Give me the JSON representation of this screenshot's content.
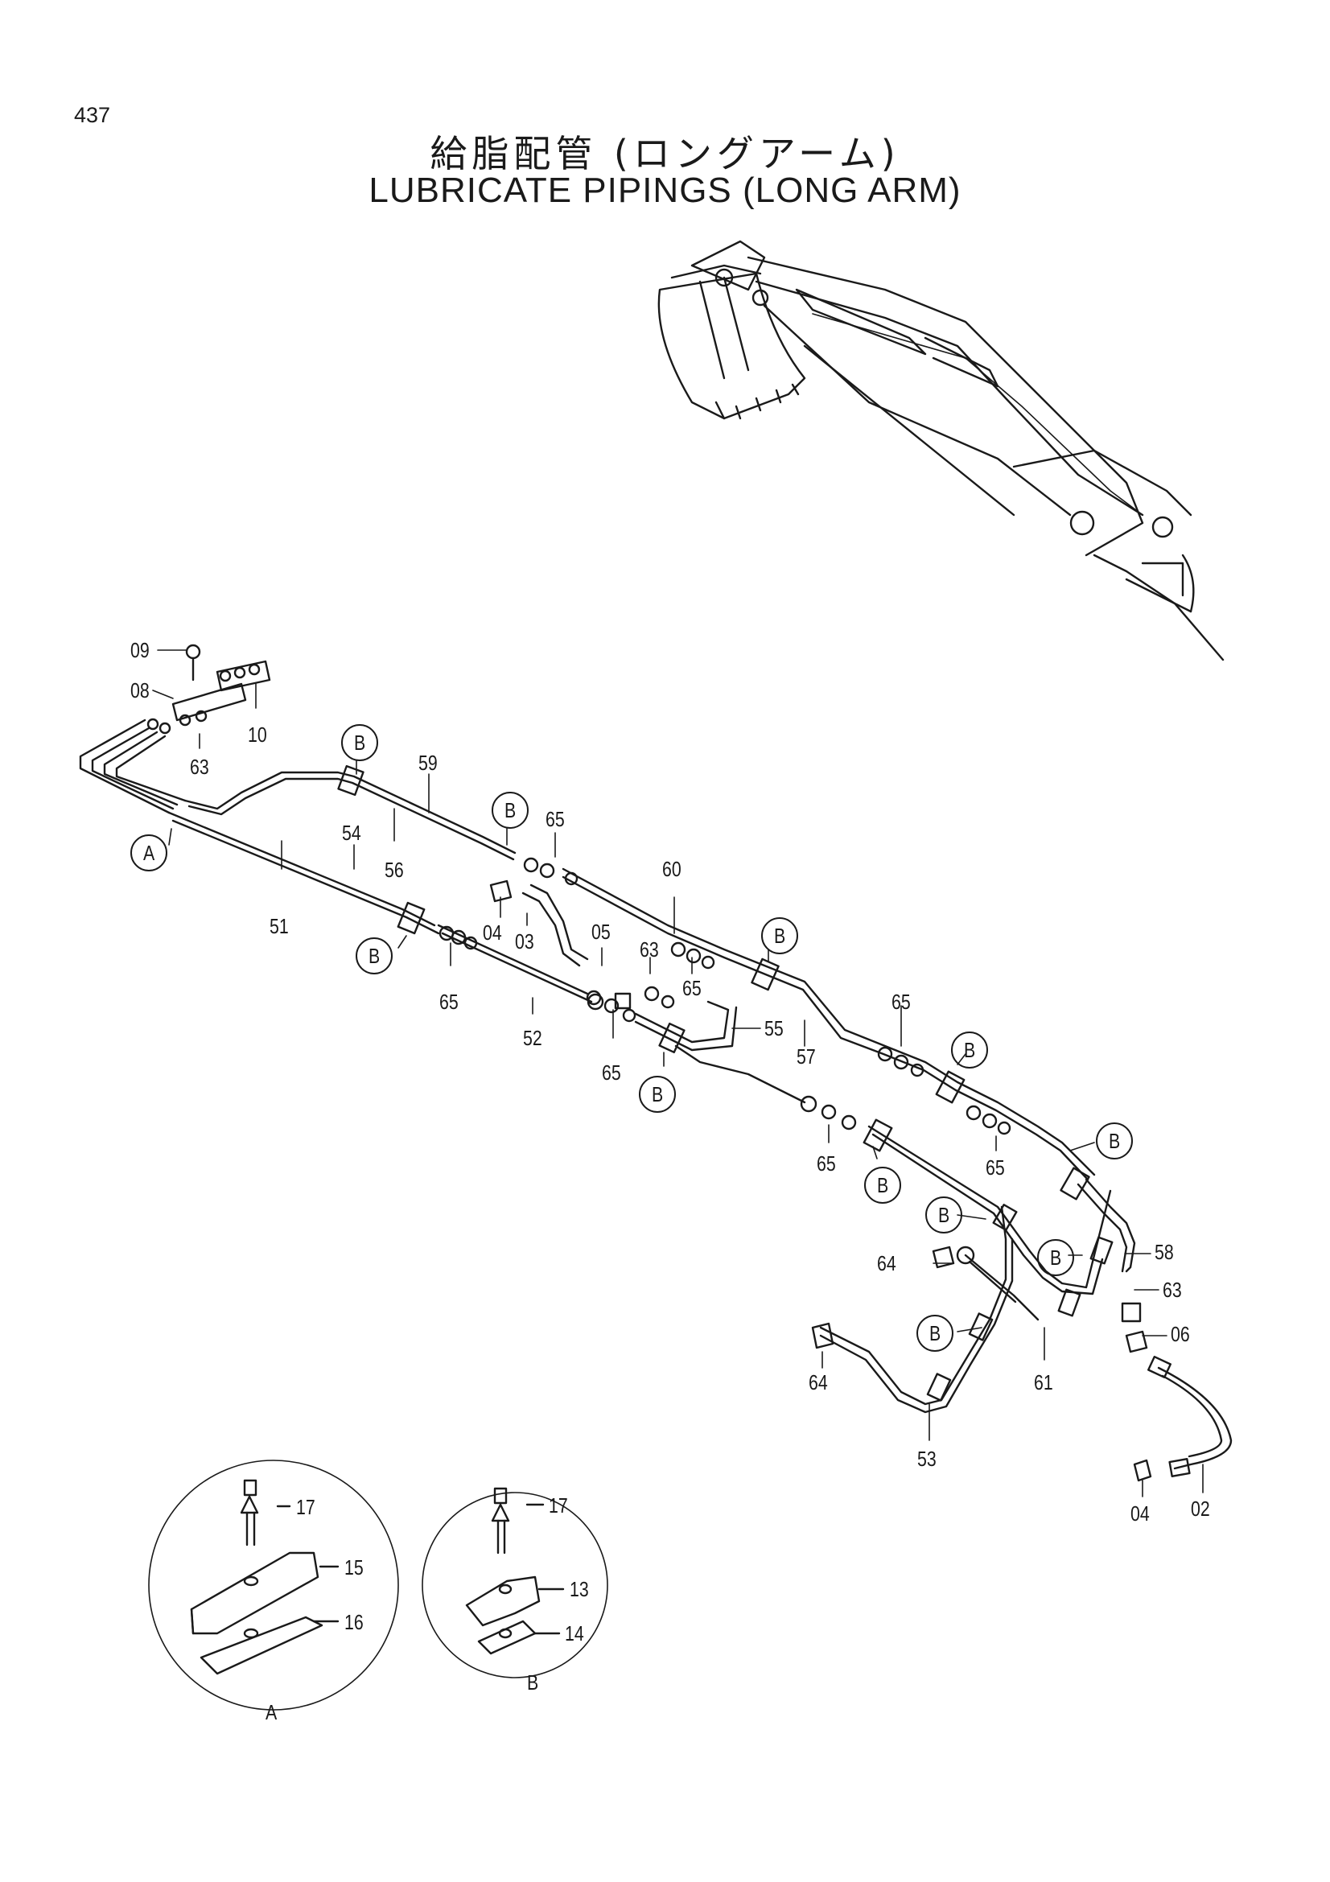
{
  "page_number": "437",
  "title_jp": "給脂配管 (ロングアーム)",
  "title_en": "LUBRICATE PIPINGS (LONG ARM)",
  "detail_A_letter": "A",
  "detail_B_letter": "B",
  "callouts": {
    "c09": "09",
    "c08": "08",
    "c10": "10",
    "c63a": "63",
    "c59": "59",
    "c54": "54",
    "c56": "56",
    "c51": "51",
    "c65a": "65",
    "c60": "60",
    "c04a": "04",
    "c03": "03",
    "c05": "05",
    "c63b": "63",
    "c65b": "65",
    "c65c": "65",
    "c52": "52",
    "c55": "55",
    "c65d": "65",
    "c65e": "65",
    "c57": "57",
    "c65f": "65",
    "c65g": "65",
    "c58": "58",
    "c63c": "63",
    "c64a": "64",
    "c06": "06",
    "c64b": "64",
    "c61": "61",
    "c53": "53",
    "c04b": "04",
    "c02": "02",
    "c17a": "17",
    "c15": "15",
    "c16": "16",
    "c17b": "17",
    "c13": "13",
    "c14": "14"
  },
  "bubbles": {
    "a1": "A",
    "b1": "B",
    "b2": "B",
    "b3": "B",
    "b4": "B",
    "b5": "B",
    "b6": "B",
    "b7": "B",
    "b8": "B",
    "b9": "B",
    "b10": "B",
    "b11": "B"
  }
}
